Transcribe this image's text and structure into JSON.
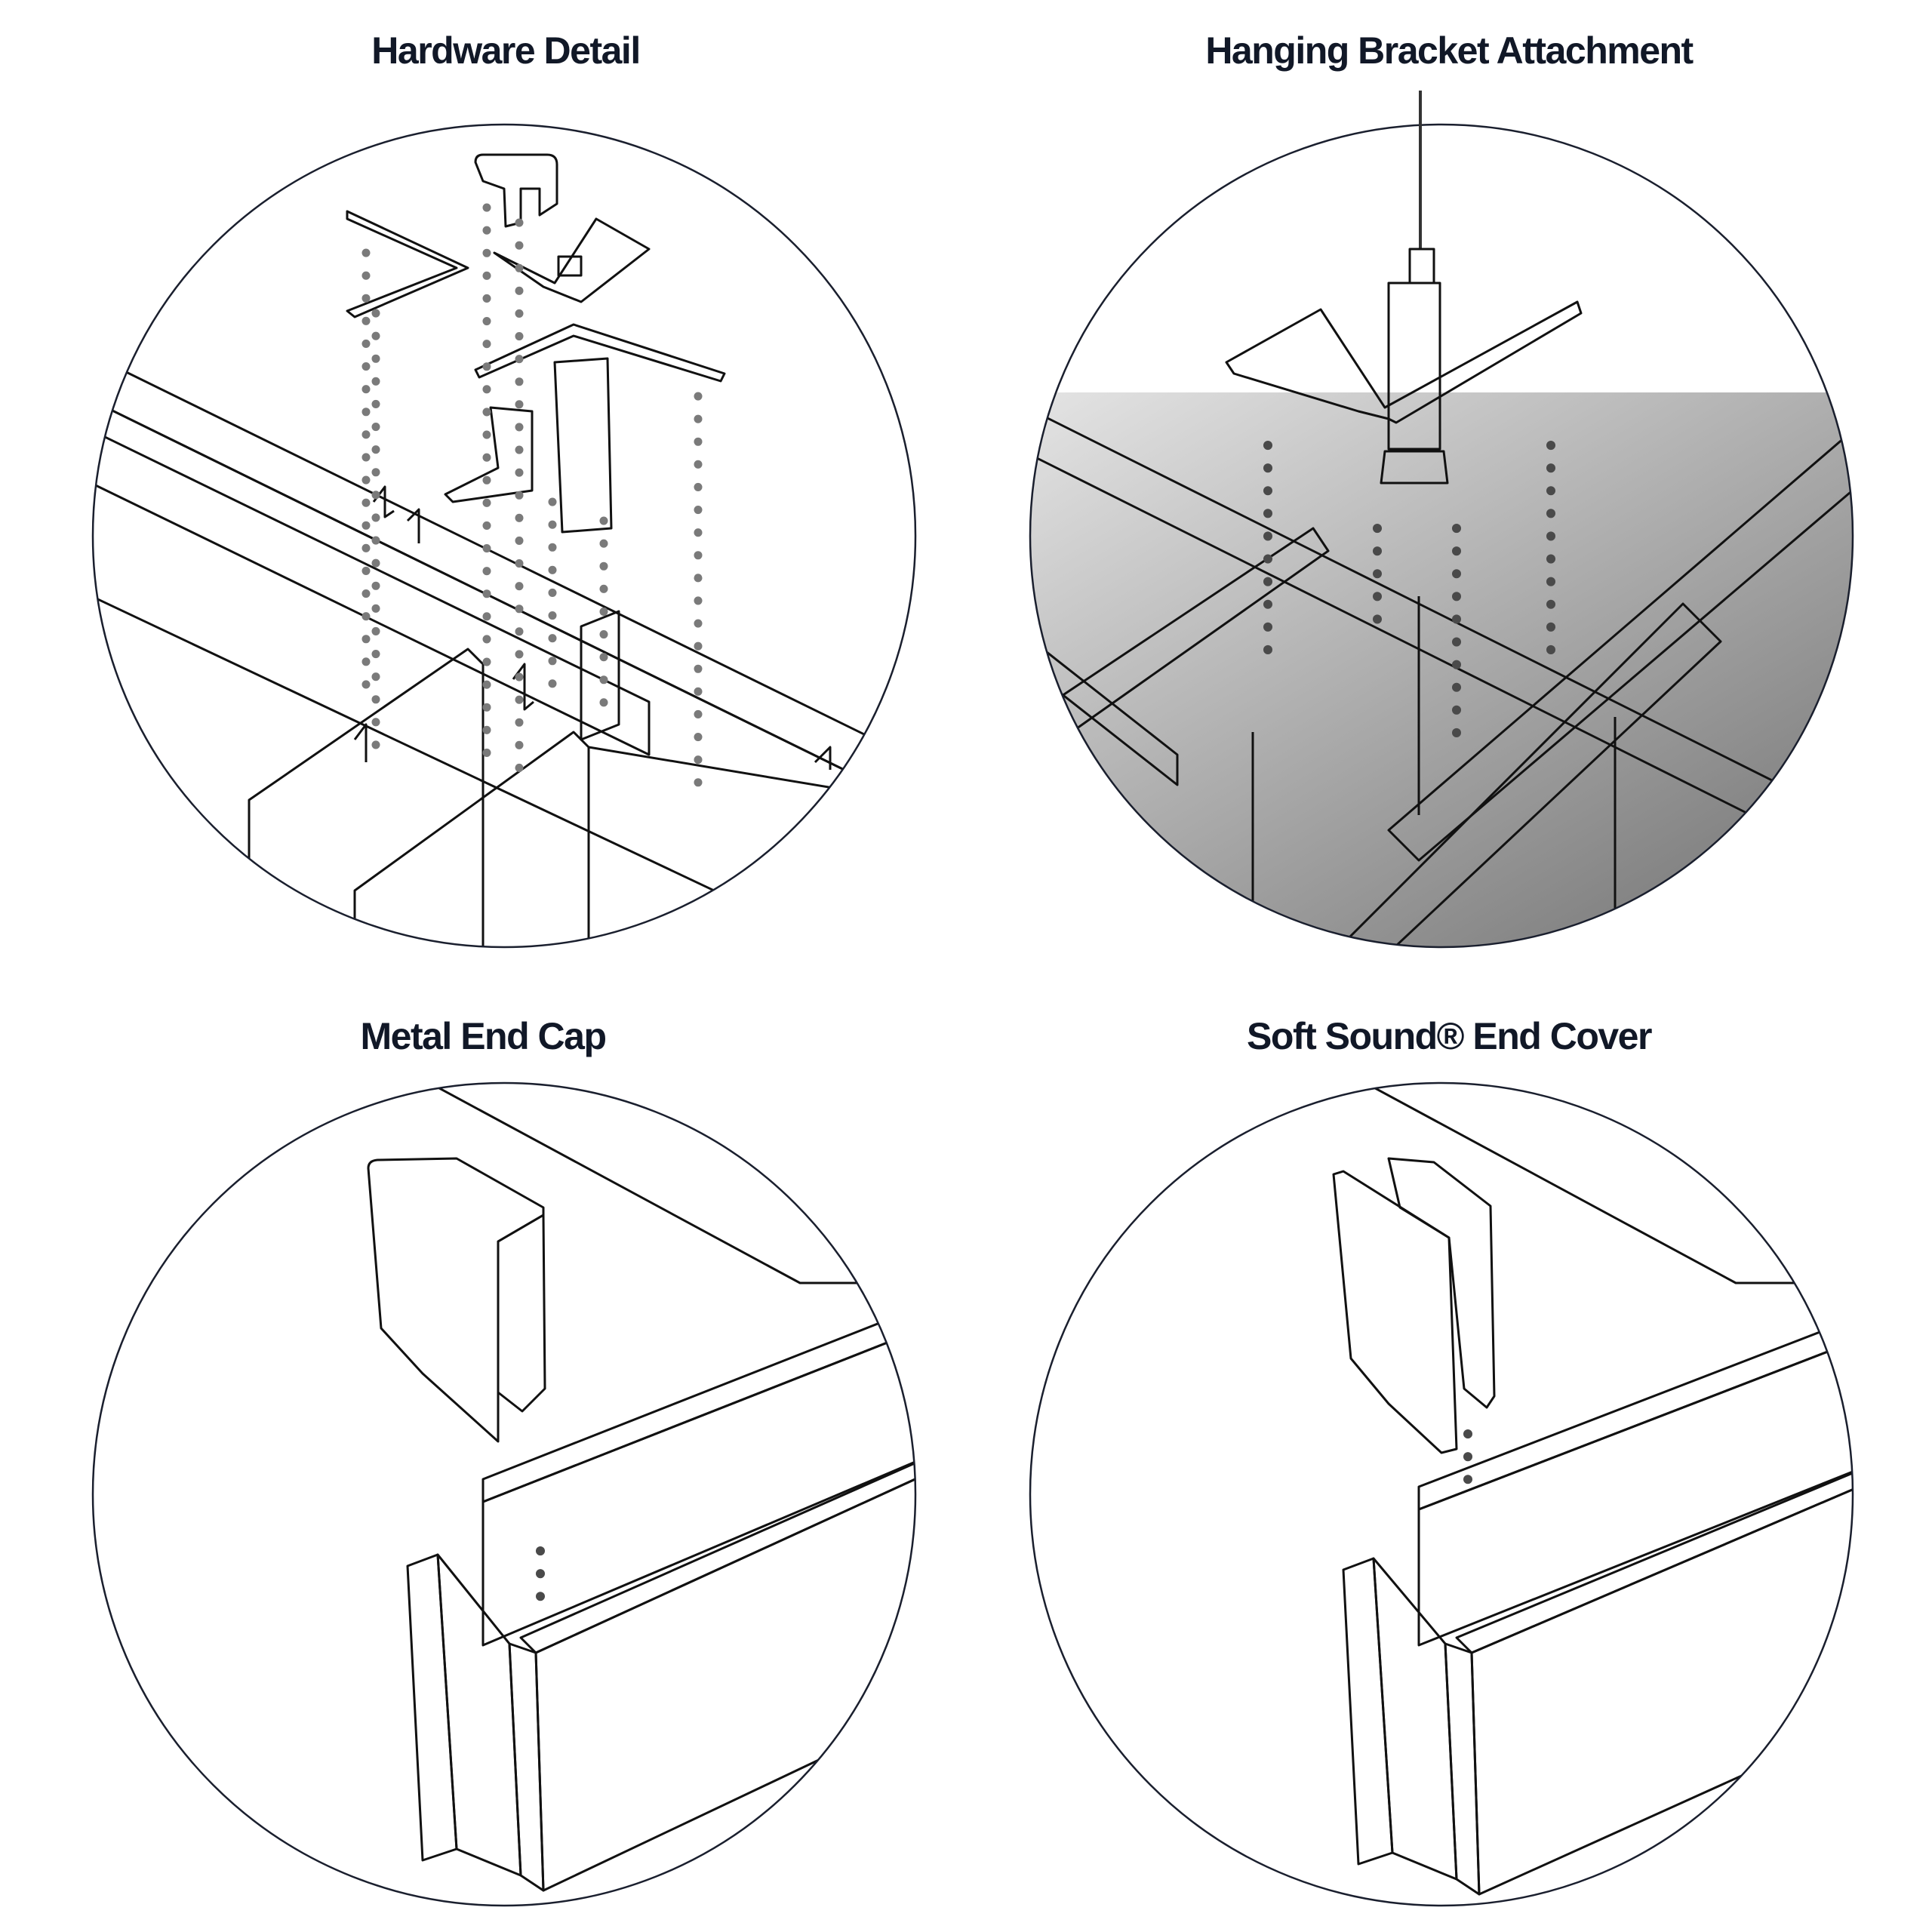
{
  "panels": [
    {
      "id": "hardware-detail",
      "title": "Hardware Detail"
    },
    {
      "id": "hanging-bracket-attachment",
      "title": "Hanging Bracket Attachment"
    },
    {
      "id": "metal-end-cap",
      "title": "Metal End Cap"
    },
    {
      "id": "soft-sound-end-cover",
      "title": "Soft Sound® End Cover"
    }
  ],
  "colors": {
    "title_text": "#111827",
    "outline": "#111111",
    "leader_dots": "#7a7a7a",
    "face_light": "#ebebeb",
    "face_mid": "#b3b3b3",
    "face_dark": "#6e6e6e"
  }
}
